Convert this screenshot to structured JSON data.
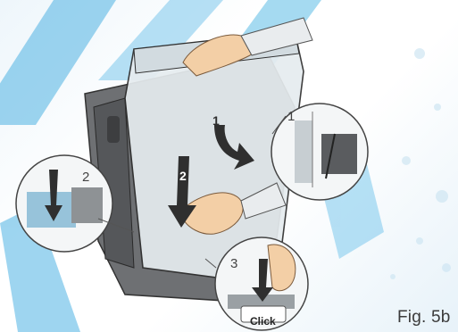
{
  "illustration": {
    "figure_label": "Fig. 5b",
    "click_label": "Click",
    "step_numbers": {
      "inset_1": "1",
      "inset_2": "2",
      "inset_3": "3",
      "arrow_1": "1",
      "arrow_2": "2"
    }
  },
  "colors": {
    "watermark_blue": "#3ea7d9",
    "arrow_dark": "#2f2f2f",
    "housing_gray": "#6e7073",
    "panel_light": "#e6ecef"
  }
}
